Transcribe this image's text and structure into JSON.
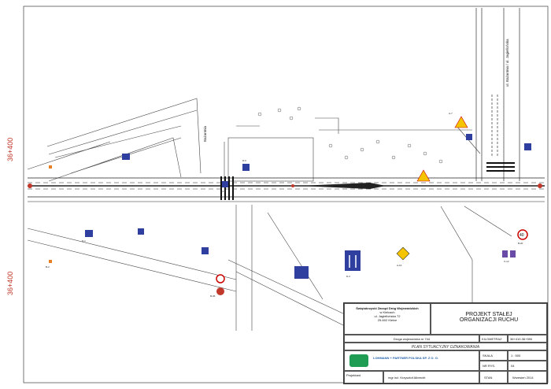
{
  "chainage_labels": [
    "36+400",
    "36+400"
  ],
  "street_label_top": "ul. Bażantnia / ul. Jagiellońska",
  "street_label_left": "Bażantnia",
  "title_block": {
    "owner_lines": [
      "Świętokrzyski Zarząd Dróg Wojewódzkich",
      "w Kielcach",
      "ul. Jagiellońska 72",
      "25-602 Kielce"
    ],
    "project_lines": [
      "PROJEKT STAŁEJ",
      "ORGANIZACJI RUCHU"
    ],
    "road_label": "Droga wojewódzka nr 744",
    "km_label": "KILOMETRAZ",
    "km_value": "36+410-36+590",
    "plan_title": "PLAN SYTUACYJNY OZNAKOWANIA",
    "company": "LOHMANN + PARTNER POLSKA SP. Z O. O.",
    "scale_label": "SKALA",
    "scale_value": "1 : 500",
    "sheet_label": "NR RYS.",
    "sheet_value": "04",
    "author_label": "Projektant",
    "author_name": "mgr inż. Krzysztof Albrecht",
    "status_label": "STAN",
    "date_value": "Wrzesień 2014"
  },
  "sign_labels": [
    "D-6",
    "A-7",
    "D-1",
    "A-16",
    "B-20",
    "C-12",
    "B-36",
    "D-3",
    "B-2",
    "T-2"
  ]
}
